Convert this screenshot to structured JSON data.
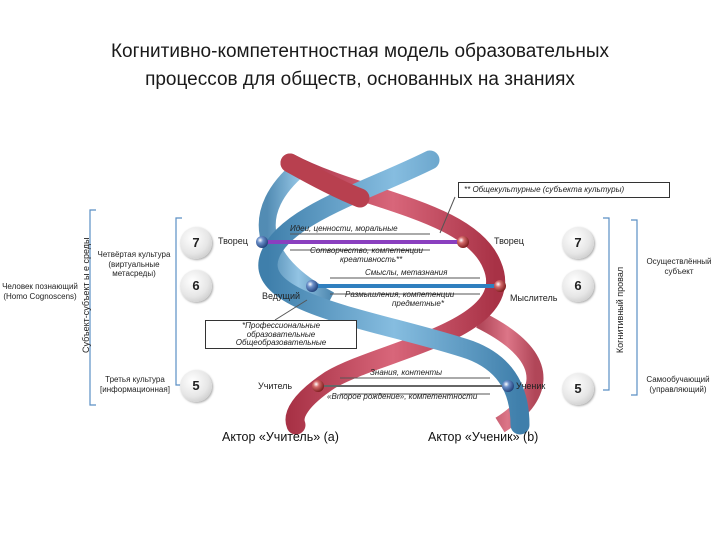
{
  "title_line1": "Когнитивно-компетентностная модель образовательных",
  "title_line2": "процессов для обществ, основанных на знаниях",
  "left_vertical_label": "Субъект-субъект ы е среды",
  "left_outer_label": "Человек познающий (Homo Cognoscens)",
  "right_vertical_label": "Когнитивный провал",
  "left_cultures": {
    "fourth": "Четвёртая культура (виртуальные метасреды)",
    "third": "Третья культура [информационная]"
  },
  "numbers": {
    "left_top": "7",
    "left_mid": "6",
    "left_bottom": "5",
    "right_top": "7",
    "right_mid": "6",
    "right_bottom": "5"
  },
  "right_labels": {
    "top": "Осуществлённый субъект",
    "bottom": "Самообучающий (управляющий)"
  },
  "note_top": "** Общекультурные (субъекта культуры)",
  "note_mid": "*Профессиональные образовательные Общеобразовательные",
  "level7": {
    "left_node": "Творец",
    "right_node": "Творец",
    "above": "Идеи, ценности, моральные",
    "below": "Сотворчество, компетенции",
    "below2": "креативность**"
  },
  "level6": {
    "left_node": "Ведущий",
    "right_node": "Мыслитель",
    "above": "Смыслы, метазнания",
    "below": "Размышления, компетенции",
    "below2": "предметные*"
  },
  "level5": {
    "left_node": "Учитель",
    "right_node": "Ученик",
    "above": "Знания, контенты",
    "below": "«Второе рождение», компетентности"
  },
  "actor_a": "Актор «Учитель» (a)",
  "actor_b": "Актор «Ученик» (b)",
  "colors": {
    "strand_red": "#c9455a",
    "strand_blue": "#5b9ac4",
    "bar_purple": "#8a3fbf",
    "bar_blue": "#2f7fbf"
  }
}
